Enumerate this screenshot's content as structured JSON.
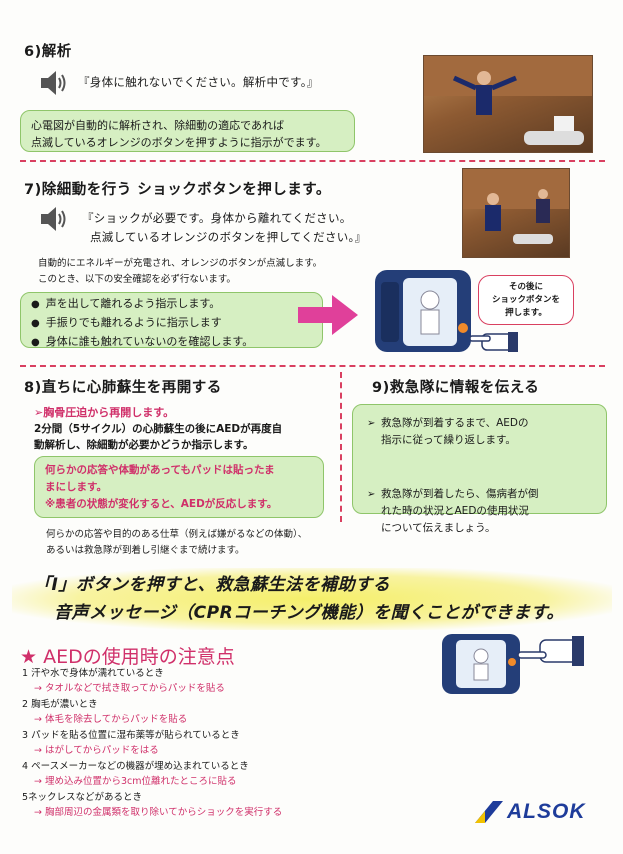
{
  "s6": {
    "title": "6)解析",
    "voice": "『身体に触れないでください。解析中です。』",
    "box": [
      "心電図が自動的に解析され、除細動の適応であれば",
      "点滅しているオレンジのボタンを押すように指示がでます。"
    ]
  },
  "s7": {
    "title": "7)除細動を行う  ショックボタンを押します。",
    "voice": [
      "『ショックが必要です。身体から離れてください。",
      "点滅しているオレンジのボタンを押してください。』"
    ],
    "note": [
      "自動的にエネルギーが充電され、オレンジのボタンが点滅します。",
      "このとき、以下の安全確認を必ず行ないます。"
    ],
    "checks": [
      "声を出して離れるよう指示します。",
      "手振りでも離れるように指示します",
      "身体に誰も触れていないのを確認します。"
    ],
    "callout": [
      "その後に",
      "ショックボタンを",
      "押します。"
    ]
  },
  "s8": {
    "title": "8)直ちに心肺蘇生を再開する",
    "sub": "➢胸骨圧迫から再開します。",
    "desc": [
      "2分間（5サイクル）の心肺蘇生の後にAEDが再度自",
      "動解析し、除細動が必要かどうか指示します。"
    ],
    "box": [
      "何らかの応答や体動があってもパッドは貼ったま",
      "まにします。",
      "※患者の状態が変化すると、AEDが反応します。"
    ],
    "after": [
      "何らかの応答や目的のある仕草（例えば嫌がるなどの体動）、",
      "あるいは救急隊が到着し引継ぐまで続けます。"
    ]
  },
  "s9": {
    "title": "9)救急隊に情報を伝える",
    "items": [
      [
        "救急隊が到着するまで、AEDの",
        "指示に従って繰り返します。"
      ],
      [
        "救急隊が到着したら、傷病者が倒",
        "れた時の状況とAEDの使用状況",
        "について伝えましょう。"
      ]
    ]
  },
  "banner": [
    "「I」ボタンを押すと、救急蘇生法を補助する",
    "音声メッセージ（CPRコーチング機能）を聞くことができます。"
  ],
  "caution": {
    "title": "★ AEDの使用時の注意点",
    "items": [
      {
        "q": "1  汗や水で身体が濡れているとき",
        "a": "→  タオルなどで拭き取ってからパッドを貼る"
      },
      {
        "q": "2  胸毛が濃いとき",
        "a": "→  体毛を除去してからパッドを貼る"
      },
      {
        "q": "3  パッドを貼る位置に湿布薬等が貼られているとき",
        "a": "→  はがしてからパッドをはる"
      },
      {
        "q": "4  ペースメーカーなどの機器が埋め込まれているとき",
        "a": "→  埋め込み位置から3cm位離れたところに貼る"
      },
      {
        "q": "5ネックレスなどがあるとき",
        "a": "→  胸部周辺の金属類を取り除いてからショックを実行する"
      }
    ]
  },
  "logo": "ALSOK",
  "colors": {
    "pink": "#d0306a",
    "green_box": "#d6efc2",
    "dash": "#d94060",
    "banner_yellow": "#f5ef6a"
  }
}
